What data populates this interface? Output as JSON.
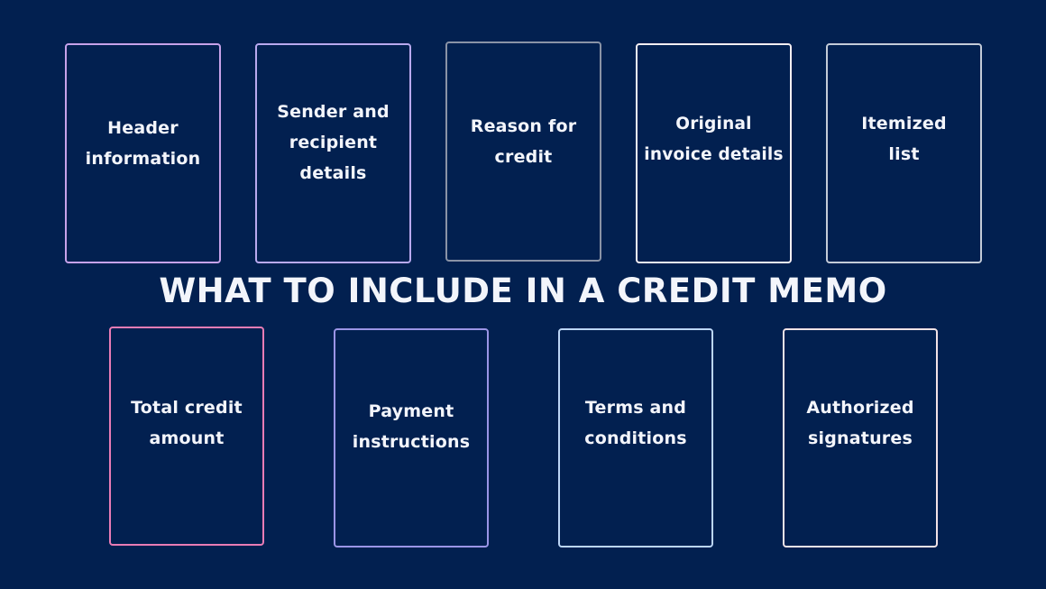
{
  "title": "WHAT TO INCLUDE IN A CREDIT MEMO",
  "colors": {
    "background": "#022050",
    "text": "#f3f5fb"
  },
  "top_row": [
    {
      "label": "Header\ninformation",
      "border_color": "#c7a2ea"
    },
    {
      "label": "Sender and\nrecipient\ndetails",
      "border_color": "#b9a9ef"
    },
    {
      "label": "Reason for\ncredit",
      "border_color": "#8a93a6"
    },
    {
      "label": "Original\ninvoice details",
      "border_color": "#f5eef2"
    },
    {
      "label": "Itemized\nlist",
      "border_color": "#c4cbd8"
    }
  ],
  "bottom_row": [
    {
      "label": "Total credit\namount",
      "border_color": "#e97cb5"
    },
    {
      "label": "Payment\ninstructions",
      "border_color": "#9b95e6"
    },
    {
      "label": "Terms and\nconditions",
      "border_color": "#bcd6f6"
    },
    {
      "label": "Authorized\nsignatures",
      "border_color": "#f2e2e6"
    }
  ]
}
